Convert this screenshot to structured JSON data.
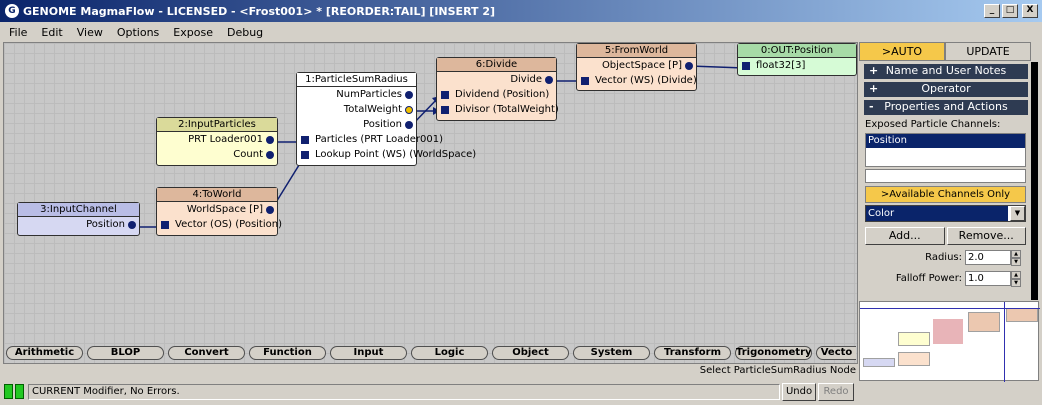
{
  "window": {
    "title": "GENOME MagmaFlow - LICENSED - <Frost001> *  [REORDER:TAIL] [INSERT 2]",
    "minimize_icon": "_",
    "maximize_icon": "□",
    "close_icon": "X"
  },
  "menu": [
    "File",
    "Edit",
    "View",
    "Options",
    "Expose",
    "Debug"
  ],
  "nodes": {
    "input_channel": {
      "header": "3:InputChannel",
      "rows": [
        "Position"
      ]
    },
    "input_particles": {
      "header": "2:InputParticles",
      "rows": [
        "PRT Loader001",
        "Count"
      ]
    },
    "to_world": {
      "header": "4:ToWorld",
      "rows": [
        "WorldSpace [P]",
        "Vector (OS) (Position)"
      ]
    },
    "particle_sum_radius": {
      "header": "1:ParticleSumRadius",
      "rows": [
        "NumParticles",
        "TotalWeight",
        "Position",
        "Particles (PRT Loader001)",
        "Lookup Point (WS) (WorldSpace)"
      ]
    },
    "divide": {
      "header": "6:Divide",
      "rows": [
        "Divide",
        "Dividend (Position)",
        "Divisor (TotalWeight)"
      ]
    },
    "from_world": {
      "header": "5:FromWorld",
      "rows": [
        "ObjectSpace [P]",
        "Vector (WS) (Divide)"
      ]
    },
    "output": {
      "header": "0:OUT:Position",
      "rows": [
        "float32[3]"
      ]
    }
  },
  "category_tabs": [
    "Arithmetic",
    "BLOP",
    "Convert",
    "Function",
    "Input",
    "Logic",
    "Object",
    "System",
    "Transform",
    "Trigonometry",
    "Vecto"
  ],
  "select_info": "Select ParticleSumRadius Node",
  "status": {
    "text": "CURRENT Modifier, No Errors.",
    "undo": "Undo",
    "redo": "Redo"
  },
  "panel": {
    "tab_auto": ">AUTO",
    "tab_update": "UPDATE",
    "rollouts": [
      {
        "sign": "+",
        "label": "Name and User Notes"
      },
      {
        "sign": "+",
        "label": "Operator"
      },
      {
        "sign": "-",
        "label": "Properties and Actions"
      }
    ],
    "exposed_label": "Exposed Particle Channels:",
    "exposed_list": [
      "Position"
    ],
    "available_btn": ">Available Channels Only",
    "channel_combo": "Color",
    "add_btn": "Add...",
    "remove_btn": "Remove...",
    "radius_label": "Radius:",
    "radius_value": "2.0",
    "falloff_label": "Falloff Power:",
    "falloff_value": "1.0"
  },
  "colors": {
    "node_blue_header": "#b9bde6",
    "node_blue_body": "#d6d8f2",
    "node_yellow_header": "#dada9a",
    "node_yellow_body": "#fefed0",
    "node_orange_header": "#ddb79c",
    "node_orange_body": "#fbe1cd",
    "node_white_body": "#ffffff",
    "node_green_header": "#a7dba7",
    "node_green_body": "#d6fbd6",
    "accent_orange": "#f5c84a",
    "wire": "#102070"
  }
}
